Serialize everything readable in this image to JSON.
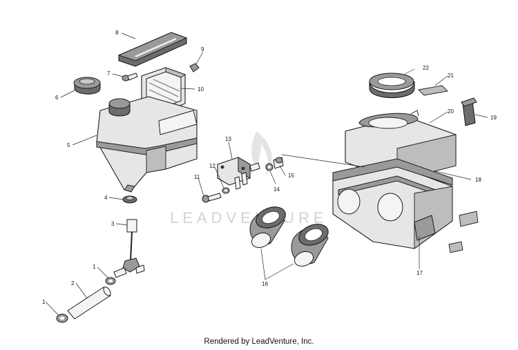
{
  "diagram": {
    "callouts": [
      "1",
      "1",
      "2",
      "3",
      "4",
      "5",
      "6",
      "7",
      "8",
      "9",
      "10",
      "11",
      "12",
      "13",
      "14",
      "15",
      "16",
      "17",
      "18",
      "19",
      "20",
      "21",
      "22"
    ],
    "watermark": "LEADVENTURE",
    "footer": "Rendered by LeadVenture, Inc."
  }
}
